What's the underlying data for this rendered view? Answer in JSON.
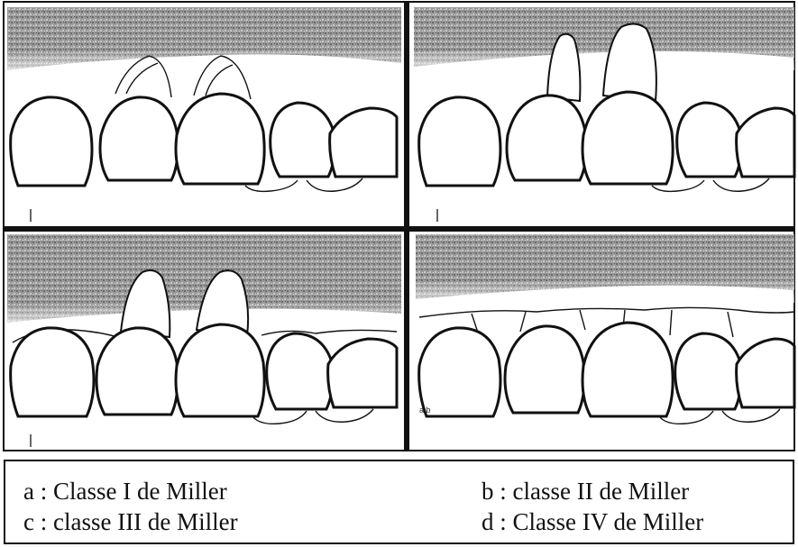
{
  "figure": {
    "panels": [
      {
        "id": "a",
        "corner_mark": ""
      },
      {
        "id": "b",
        "corner_mark": ""
      },
      {
        "id": "c",
        "corner_mark": ""
      },
      {
        "id": "d",
        "corner_mark": "a b"
      }
    ]
  },
  "caption": {
    "a": "a : Classe I de Miller",
    "b": "b : classe II de Miller",
    "c": "c : classe III de Miller",
    "d": "d : Classe IV de Miller"
  },
  "colors": {
    "line": "#111111",
    "gum_shade": "#8a8a8a",
    "background": "#ffffff"
  }
}
